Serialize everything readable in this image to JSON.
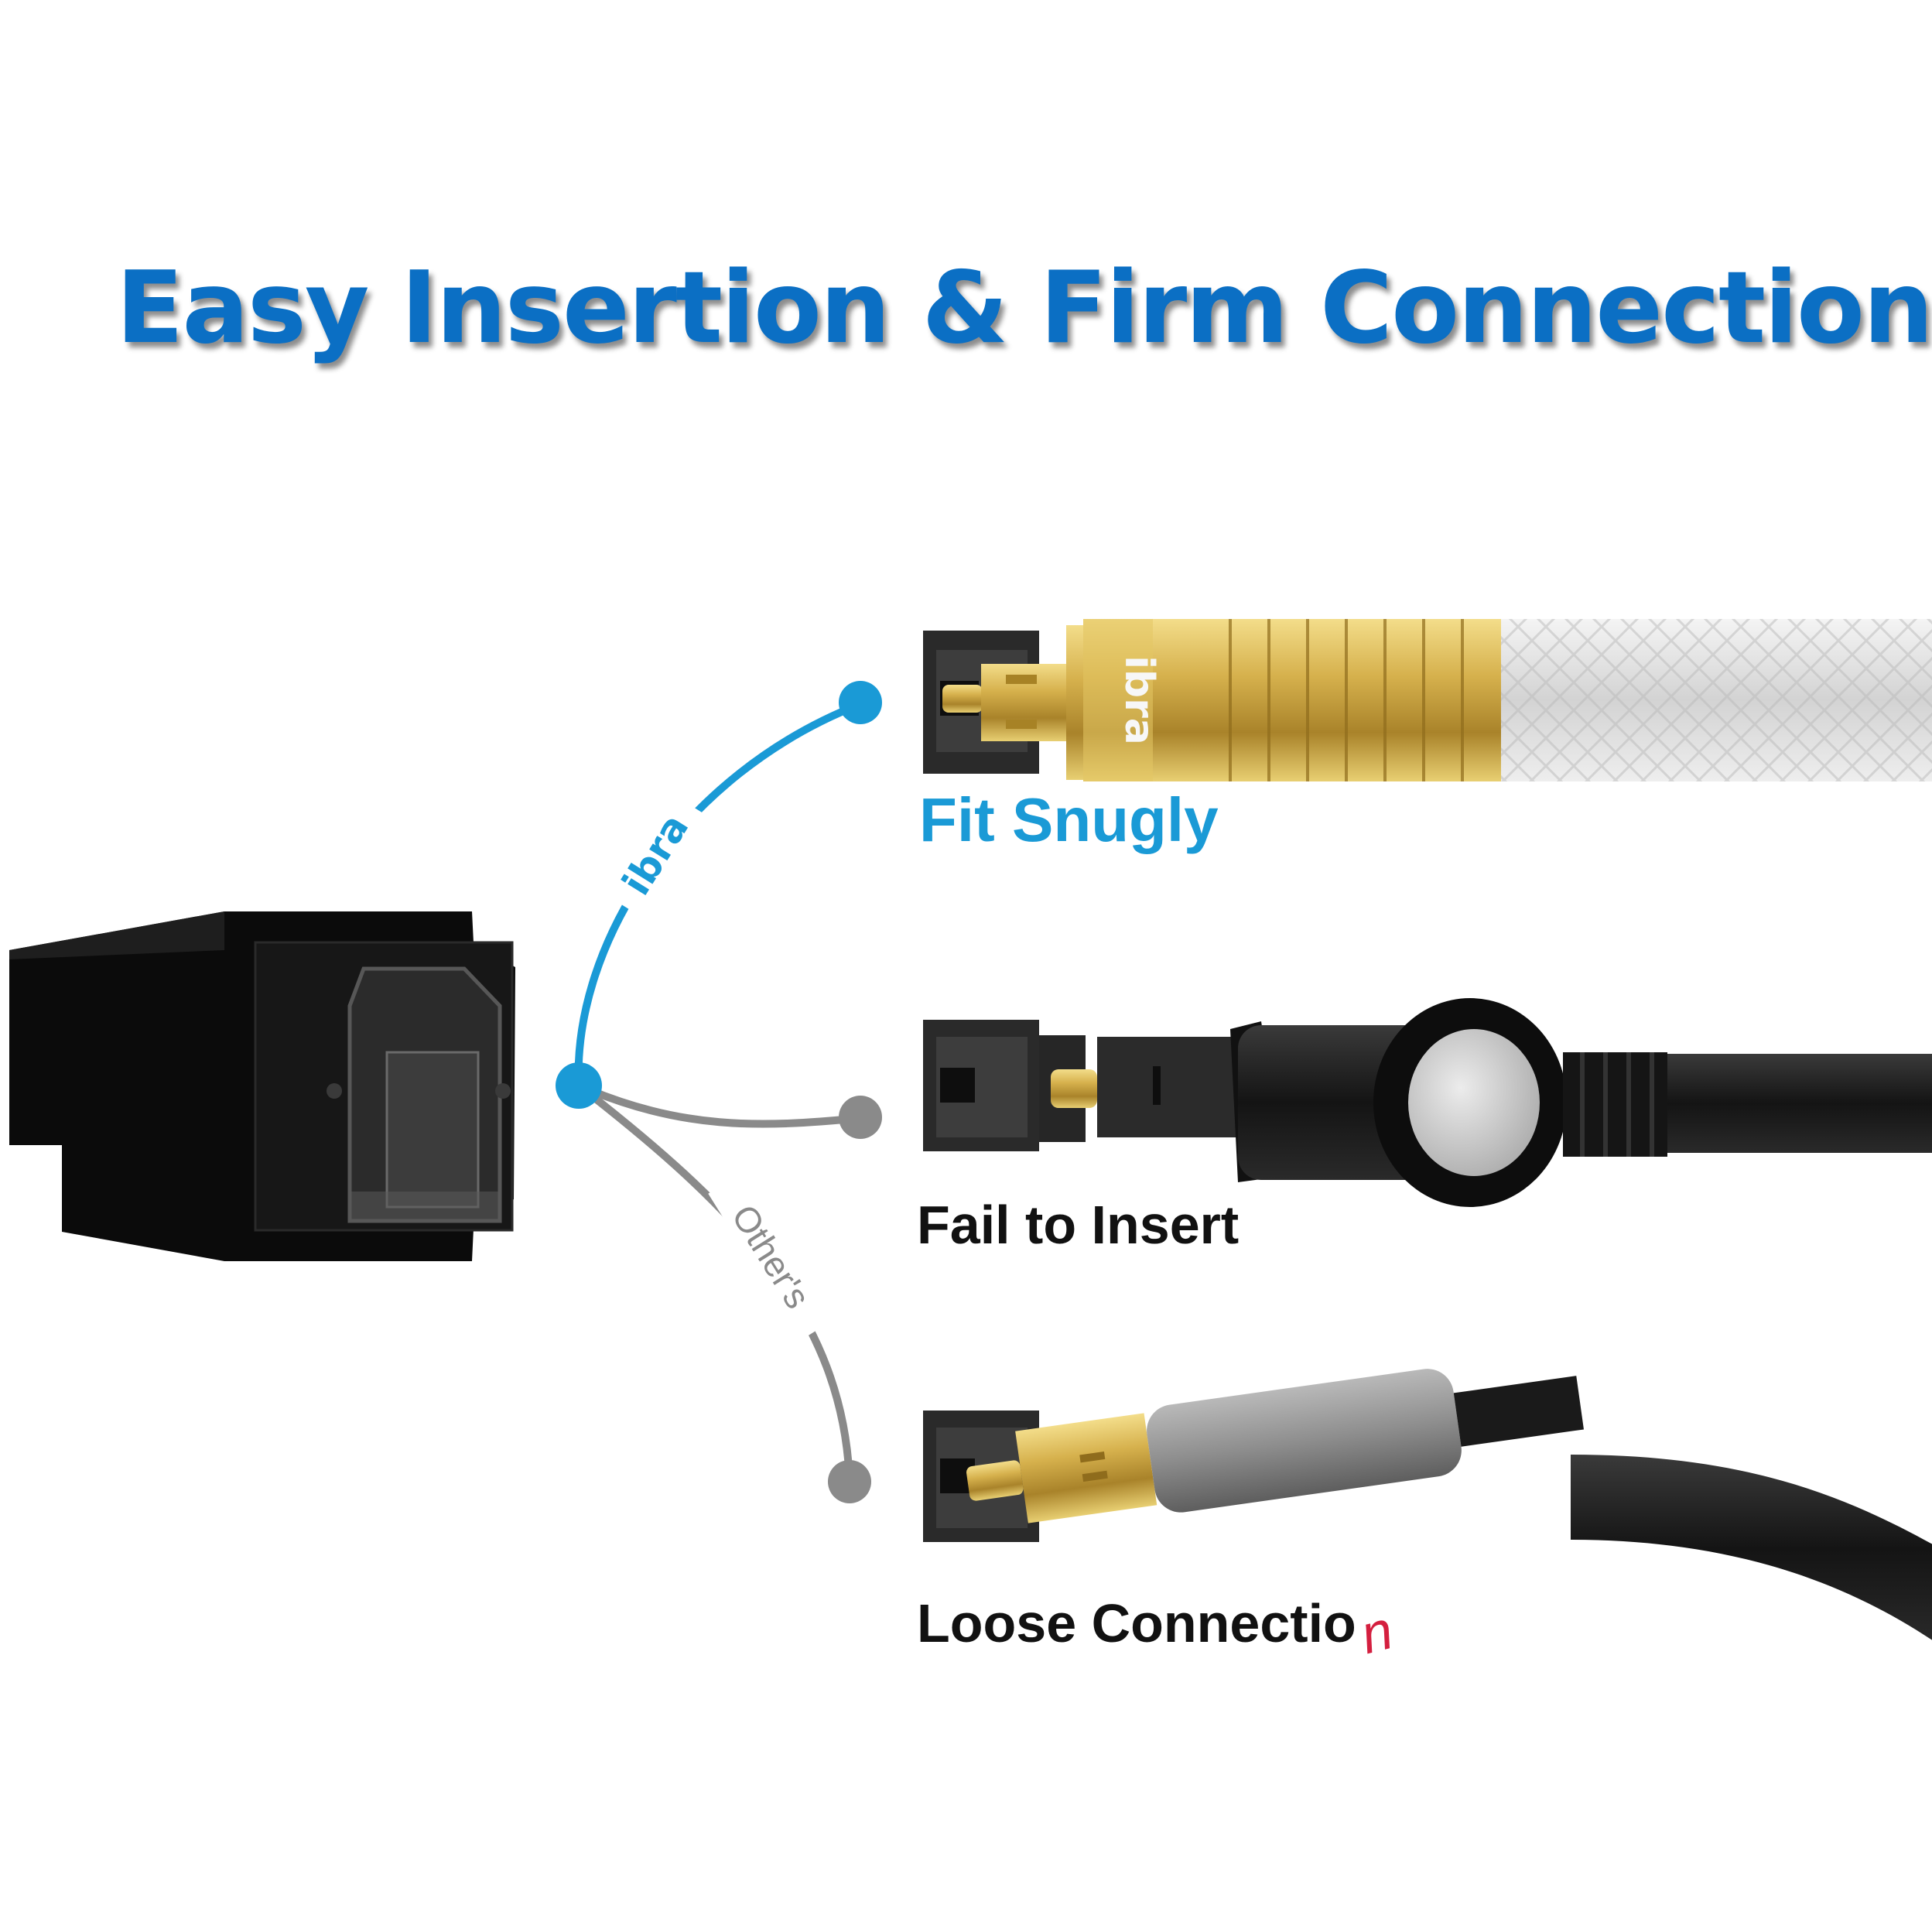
{
  "headline": "Easy Insertion & Firm Connection",
  "captions": {
    "good": "Fit Snugly",
    "fail": "Fail to Insert",
    "loose_main": "Loose Connectio",
    "loose_last": "n"
  },
  "branch_labels": {
    "good": "ibra",
    "others": "Other's"
  },
  "logo_text": "ibra",
  "icons": {
    "port": "optical-port-icon",
    "good_plug": "gold-optical-plug-icon",
    "fail_plug": "black-angled-optical-plug-icon",
    "loose_plug": "grey-optical-plug-icon"
  },
  "colors": {
    "headline": "#0b6fc4",
    "good": "#1a9ad6",
    "others": "#8a8a8a",
    "text": "#111111",
    "accent_red": "#d41f3f",
    "gold": "#c9a43c"
  }
}
